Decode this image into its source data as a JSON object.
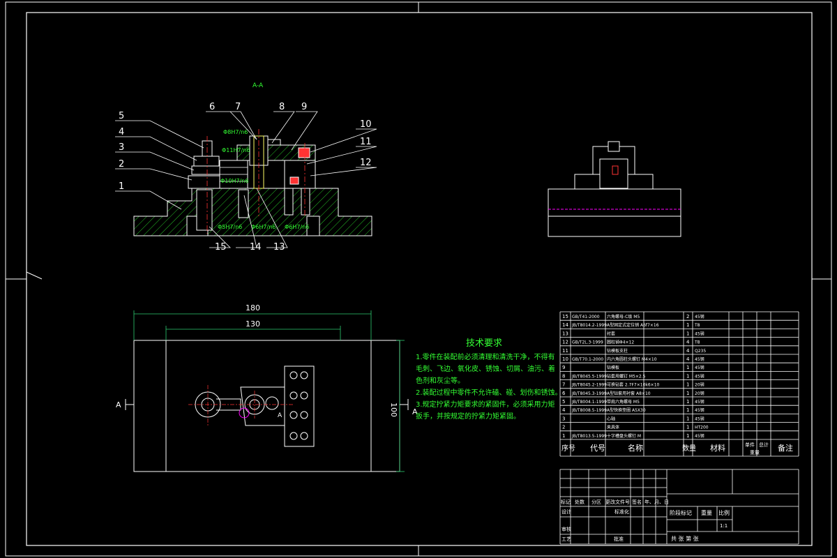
{
  "section_title": "A-A",
  "balloons": [
    "1",
    "2",
    "3",
    "4",
    "5",
    "6",
    "7",
    "8",
    "9",
    "10",
    "11",
    "12",
    "13",
    "14",
    "15"
  ],
  "fit_marks": [
    "Φ8H7/n6",
    "Φ11H7/n6",
    "Φ10H7/n6",
    "Φ5H7/n6",
    "Φ6H7/n6",
    "Φ6H7/n6"
  ],
  "dims": {
    "overall_width": "180",
    "inner_width": "130",
    "height": "100"
  },
  "section_marks": {
    "left": "A",
    "right": "A",
    "mid": "A"
  },
  "tech": {
    "title": "技术要求",
    "lines": [
      "1.零件在装配前必须清理和清洗干净，不得有",
      "毛刺、飞边、氧化皮、锈蚀、切屑、油污、着",
      "色剂和灰尘等。",
      "2.装配过程中零件不允许磕、碰、划伤和锈蚀。",
      "3.规定拧紧力矩要求的紧固件，必须采用力矩",
      "扳手，并按规定的拧紧力矩紧固。"
    ]
  },
  "bom": {
    "rows": [
      {
        "no": "15",
        "code": "GB/T41-2000",
        "name": "六角螺母-C级 M5",
        "qty": "2",
        "mat": "45钢"
      },
      {
        "no": "14",
        "code": "JB/T8014.2-1999",
        "name": "A型固定式定位销 A6f7×16",
        "qty": "1",
        "mat": "T8"
      },
      {
        "no": "13",
        "code": "",
        "name": "衬套",
        "qty": "1",
        "mat": "45钢"
      },
      {
        "no": "12",
        "code": "GB/T2L.3-1999",
        "name": "圆柱销Φ4×12",
        "qty": "4",
        "mat": "T8"
      },
      {
        "no": "11",
        "code": "",
        "name": "钻模板支柱",
        "qty": "4",
        "mat": "Q235"
      },
      {
        "no": "10",
        "code": "GB/T70.1-2000",
        "name": "内六角圆柱头螺钉 M4×10",
        "qty": "4",
        "mat": "45钢"
      },
      {
        "no": "9",
        "code": "",
        "name": "钻模板",
        "qty": "1",
        "mat": "45钢"
      },
      {
        "no": "8",
        "code": "JB/T8045.5-1999",
        "name": "钻套用螺钉 M5×2.5",
        "qty": "1",
        "mat": "45钢"
      },
      {
        "no": "7",
        "code": "JB/T8045.2-1999",
        "name": "可换钻套 2.7F7×10k6×10",
        "qty": "1",
        "mat": "20钢"
      },
      {
        "no": "6",
        "code": "JB/T8045.3-1999",
        "name": "A型钻套用衬套 A8×10",
        "qty": "1",
        "mat": "20钢"
      },
      {
        "no": "5",
        "code": "JB/T8004.1-1999",
        "name": "带肩六角螺母 M5",
        "qty": "1",
        "mat": "45钢"
      },
      {
        "no": "4",
        "code": "JB/T8008.5-1999",
        "name": "A型快换垫圈 A5X30",
        "qty": "1",
        "mat": "45钢"
      },
      {
        "no": "3",
        "code": "",
        "name": "心轴",
        "qty": "1",
        "mat": "45钢"
      },
      {
        "no": "2",
        "code": "",
        "name": "夹具体",
        "qty": "1",
        "mat": "HT200"
      },
      {
        "no": "1",
        "code": "JB/T8013.5-1999",
        "name": "十字槽盘头螺钉 M",
        "qty": "1",
        "mat": "45钢"
      }
    ],
    "header": {
      "no": "序号",
      "code": "代号",
      "name": "名称",
      "qty": "数量",
      "mat": "材料",
      "unit": "单件",
      "total": "总计",
      "weight": "重量",
      "remark": "备注"
    }
  },
  "title_block": {
    "mark": "标记",
    "count": "处数",
    "zone": "分区",
    "docno": "更改文件号",
    "sign": "签名",
    "date": "年、月、日",
    "design": "设计",
    "std": "标准化",
    "stage": "阶段标记",
    "weight": "重量",
    "scale": "比例",
    "scale_val": "1:1",
    "review": "审核",
    "process": "工艺",
    "approve": "批准",
    "sheets": "共    张  第    张"
  },
  "colors": {
    "line": "#ffffff",
    "hatch": "#27c127",
    "part": "#ffff66",
    "dim": "#2ecc71",
    "text_green": "#33ff33",
    "accent": "#ff00ff",
    "red": "#ff3333",
    "center": "#ff3333"
  }
}
